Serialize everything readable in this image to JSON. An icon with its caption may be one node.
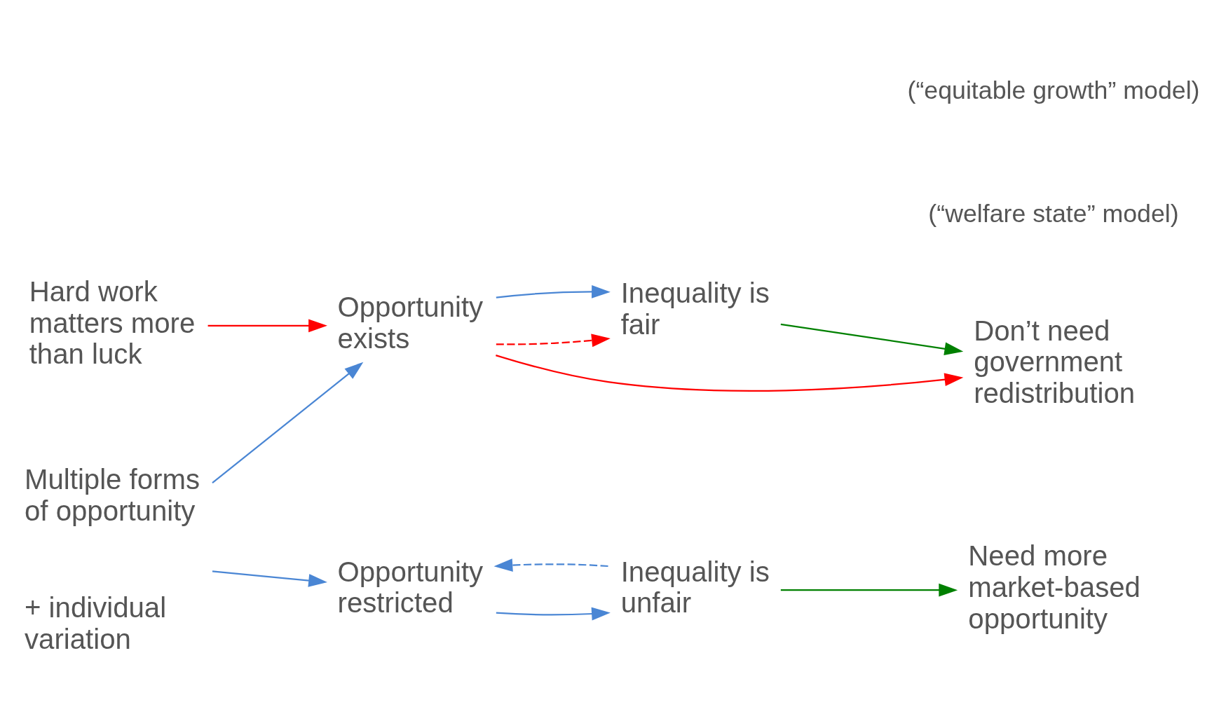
{
  "diagram": {
    "nodes": [
      {
        "text": [
          "Hard work matters more than luck"
        ]
      },
      {
        "text": [
          "Opportunity exists"
        ]
      },
      {
        "text": [
          "Inequality is fair"
        ]
      },
      {
        "text": [
          "Don’t need government redistribution"
        ]
      },
      {
        "text": [
          "Multiple forms of opportunity",
          "+ individual variation"
        ]
      },
      {
        "text": [
          "Opportunity restricted"
        ]
      },
      {
        "text": [
          "Inequality is unfair"
        ]
      },
      {
        "text": [
          "Need more market-based opportunity"
        ]
      }
    ],
    "edges": [
      {
        "from": 0,
        "to": 1,
        "arrow": "to",
        "color": "#ff0000"
      },
      {
        "from": 1,
        "to": 2,
        "arrow": "to",
        "style": "dashed",
        "color": "#ff0000"
      },
      {
        "from": 1,
        "to": 2,
        "arrow": "to"
      },
      {
        "from": 2,
        "to": 3,
        "arrow": "to",
        "color": "#008000"
      },
      {
        "from": 1,
        "to": 3,
        "arrow": "to",
        "color": "#ff0000"
      },
      {
        "from": 4,
        "to": 1,
        "arrow": "to"
      },
      {
        "from": 4,
        "to": 5,
        "arrow": "to"
      },
      {
        "from": 5,
        "to": 6,
        "arrow": "to"
      },
      {
        "from": 6,
        "to": 5,
        "arrow": "to",
        "style": "dashed"
      },
      {
        "from": 6,
        "to": 7,
        "arrow": "to",
        "color": "#008000"
      }
    ],
    "labels": [
      "(“welfare state” model)",
      "(“equitable growth” model)"
    ]
  }
}
